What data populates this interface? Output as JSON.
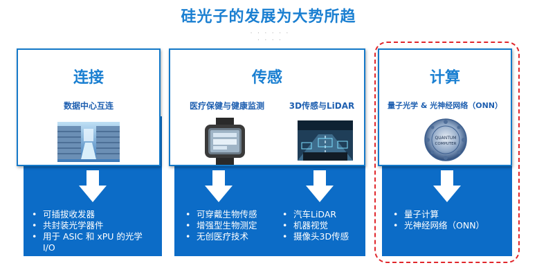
{
  "title": "硅光子的发展为大势所趋",
  "dots": "· · · · · · · · · ·",
  "columns": {
    "connect": {
      "title": "连接",
      "sub": "数据中心互连",
      "bullets": [
        "可插拔收发器",
        "共封装光学器件",
        "用于 ASIC 和 xPU 的光学",
        "I/O"
      ]
    },
    "sensing": {
      "title": "传感",
      "sub_left": "医疗保健与健康监测",
      "sub_right": "3D传感与LiDAR",
      "bullets_left": [
        "可穿戴生物传感",
        "增强型生物测定",
        "无创医疗技术"
      ],
      "bullets_right": [
        "汽车LiDAR",
        "机器视觉",
        "摄像头3D传感"
      ]
    },
    "compute": {
      "title": "计算",
      "sub": "量子光学 & 光神经网络（ONN）",
      "bullets": [
        "量子计算",
        "光神经网络（ONN）"
      ],
      "img_text_1": "QUANTUM",
      "img_text_2": "COMPUTER"
    }
  },
  "colors": {
    "accent": "#1a7fd1",
    "panel": "#0c6cc7",
    "highlight": "#e0262b"
  }
}
